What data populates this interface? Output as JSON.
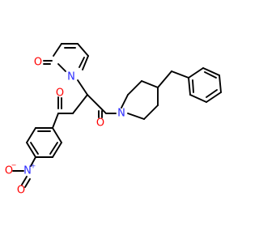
{
  "colors": {
    "bond": "#000000",
    "N": "#2b2bff",
    "O": "#ff0000",
    "background": "#ffffff"
  },
  "atoms": {
    "o_pyridone": "O",
    "n_pyridone": "N",
    "o_ketone": "O",
    "o_amide": "O",
    "n_piperidine": "N",
    "n_nitro": "N",
    "n_nitro_charge": "+",
    "o_nitro_left": "O",
    "o_nitro_left_charge": "−",
    "o_nitro_bottom": "O"
  }
}
